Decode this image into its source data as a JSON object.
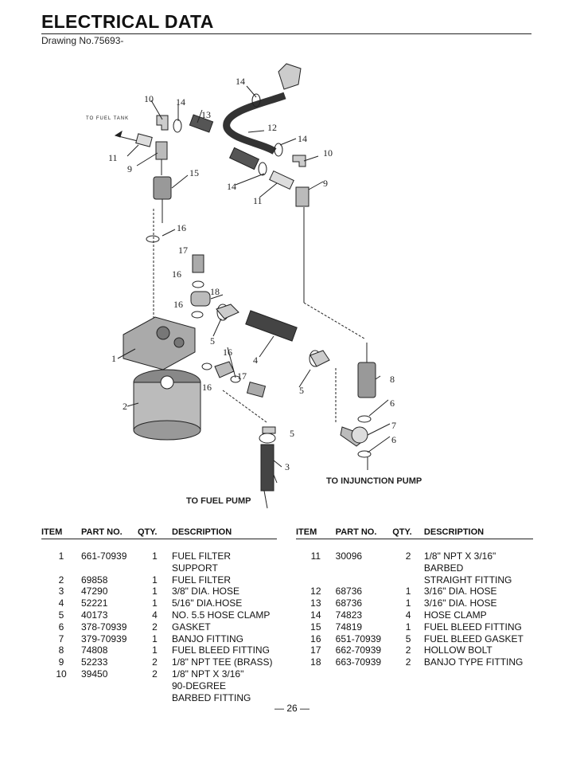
{
  "header": {
    "title": "ELECTRICAL DATA",
    "drawing_no": "Drawing No.75693-"
  },
  "diagram": {
    "labels": {
      "to_fuel_tank": "TO FUEL TANK",
      "to_fuel_pump": "TO FUEL PUMP",
      "to_injection_pump": "TO INJUNCTION PUMP",
      "callouts": [
        "1",
        "2",
        "3",
        "4",
        "5",
        "5",
        "5",
        "6",
        "6",
        "7",
        "8",
        "9",
        "9",
        "10",
        "10",
        "11",
        "11",
        "12",
        "13",
        "14",
        "14",
        "14",
        "14",
        "15",
        "16",
        "16",
        "16",
        "16",
        "17",
        "17",
        "18"
      ]
    }
  },
  "table": {
    "columns": [
      "ITEM",
      "PART NO.",
      "QTY.",
      "DESCRIPTION"
    ],
    "left_rows": [
      {
        "item": "1",
        "part": "661-70939",
        "qty": "1",
        "desc": [
          "FUEL FILTER SUPPORT"
        ]
      },
      {
        "item": "2",
        "part": "69858",
        "qty": "1",
        "desc": [
          "FUEL FILTER"
        ]
      },
      {
        "item": "3",
        "part": "47290",
        "qty": "1",
        "desc": [
          "3/8\" DIA. HOSE"
        ]
      },
      {
        "item": "4",
        "part": "52221",
        "qty": "1",
        "desc": [
          "5/16\" DIA.HOSE"
        ]
      },
      {
        "item": "5",
        "part": "40173",
        "qty": "4",
        "desc": [
          "NO. 5.5 HOSE CLAMP"
        ]
      },
      {
        "item": "6",
        "part": "378-70939",
        "qty": "2",
        "desc": [
          "GASKET"
        ]
      },
      {
        "item": "7",
        "part": "379-70939",
        "qty": "1",
        "desc": [
          "BANJO FITTING"
        ]
      },
      {
        "item": "8",
        "part": "74808",
        "qty": "1",
        "desc": [
          "FUEL BLEED FITTING"
        ]
      },
      {
        "item": "9",
        "part": "52233",
        "qty": "2",
        "desc": [
          "1/8\" NPT TEE (BRASS)"
        ]
      },
      {
        "item": "10",
        "part": "39450",
        "qty": "2",
        "desc": [
          "1/8\" NPT X 3/16\"",
          "90-DEGREE",
          "BARBED FITTING"
        ]
      }
    ],
    "right_rows": [
      {
        "item": "11",
        "part": "30096",
        "qty": "2",
        "desc": [
          "1/8\" NPT X 3/16\" BARBED",
          "STRAIGHT FITTING"
        ]
      },
      {
        "item": "12",
        "part": "68736",
        "qty": "1",
        "desc": [
          "3/16\" DIA. HOSE"
        ]
      },
      {
        "item": "13",
        "part": "68736",
        "qty": "1",
        "desc": [
          "3/16\" DIA. HOSE"
        ]
      },
      {
        "item": "14",
        "part": "74823",
        "qty": "4",
        "desc": [
          "HOSE CLAMP"
        ]
      },
      {
        "item": "15",
        "part": "74819",
        "qty": "1",
        "desc": [
          "FUEL BLEED FITTING"
        ]
      },
      {
        "item": "16",
        "part": "651-70939",
        "qty": "5",
        "desc": [
          "FUEL BLEED GASKET"
        ]
      },
      {
        "item": "17",
        "part": "662-70939",
        "qty": "2",
        "desc": [
          "HOLLOW BOLT"
        ]
      },
      {
        "item": "18",
        "part": "663-70939",
        "qty": "2",
        "desc": [
          "BANJO TYPE FITTING"
        ]
      }
    ]
  },
  "footer": {
    "page_number": "— 26 —"
  }
}
